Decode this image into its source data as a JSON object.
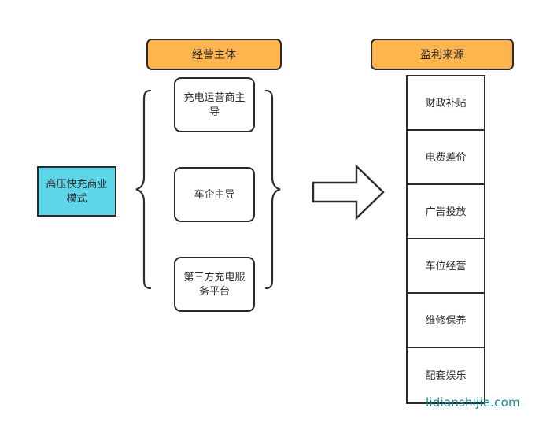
{
  "diagram": {
    "source": {
      "label": "高压快充商业\n模式",
      "fill": "#5CD6E8",
      "stroke": "#2b2b2b"
    },
    "headers": [
      {
        "id": "entities",
        "label": "经营主体",
        "fill": "#FFB44D"
      },
      {
        "id": "profit",
        "label": "盈利来源",
        "fill": "#FFB44D"
      }
    ],
    "entities": [
      {
        "label": "充电运营商主\n导"
      },
      {
        "label": "车企主导"
      },
      {
        "label": "第三方充电服\n务平台"
      }
    ],
    "profit_sources": [
      {
        "label": "财政补贴"
      },
      {
        "label": "电费差价"
      },
      {
        "label": "广告投放"
      },
      {
        "label": "车位经营"
      },
      {
        "label": "维修保养"
      },
      {
        "label": "配套娱乐"
      }
    ],
    "connector": {
      "arrow_direction": "right",
      "brace_left": "{",
      "brace_right": "}"
    },
    "watermark": {
      "text": "lidianshijie.com",
      "color": "#1a8a9c"
    }
  }
}
